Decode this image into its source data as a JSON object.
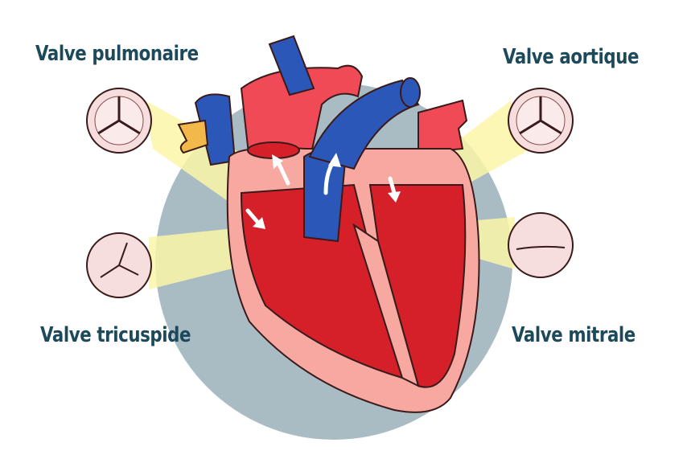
{
  "labels": {
    "pulmonary": "Valve pulmonaire",
    "aortic": "Valve aortique",
    "tricuspid": "Valve tricuspide",
    "mitral": "Valve mitrale"
  },
  "colors": {
    "label_text": "#1d4a5b",
    "background_circle": "#a9bcc4",
    "beam": "#fbf6a8",
    "heart_outer": "#f7a8a0",
    "muscle_red": "#d5202a",
    "vein_blue": "#2a57b8",
    "valve_pink": "#f6dede"
  }
}
